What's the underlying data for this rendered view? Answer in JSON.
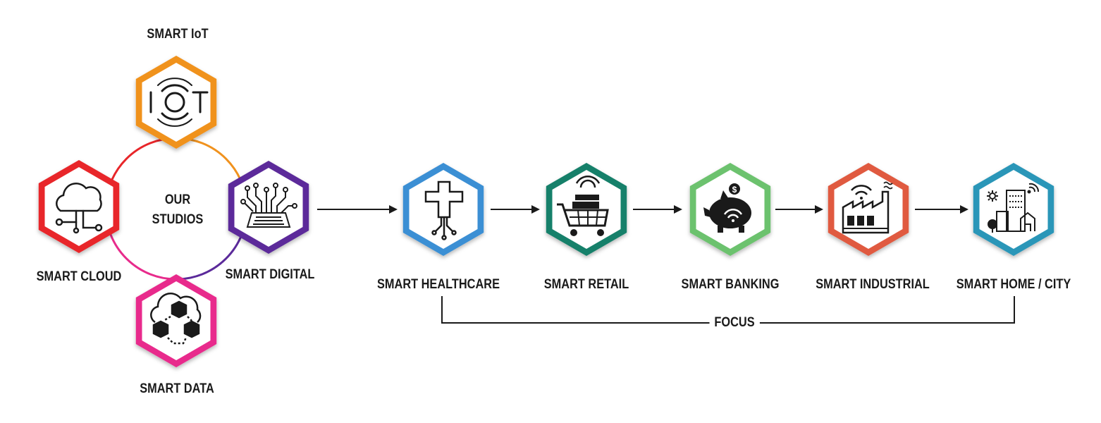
{
  "studios": {
    "center": {
      "line1": "OUR",
      "line2": "STUDIOS"
    },
    "items": [
      {
        "id": "iot",
        "label": "SMART IoT",
        "color": "#f0921e",
        "icon": "iot-icon"
      },
      {
        "id": "digital",
        "label": "SMART DIGITAL",
        "color": "#5b2a9a",
        "icon": "circuit-chip-icon"
      },
      {
        "id": "data",
        "label": "SMART DATA",
        "color": "#e82b8c",
        "icon": "data-cubes-cloud-icon"
      },
      {
        "id": "cloud",
        "label": "SMART CLOUD",
        "color": "#e8262a",
        "icon": "cloud-network-icon"
      }
    ]
  },
  "verticals": [
    {
      "id": "healthcare",
      "label": "SMART HEALTHCARE",
      "color": "#3a8fd4",
      "icon": "medical-cross-icon"
    },
    {
      "id": "retail",
      "label": "SMART RETAIL",
      "color": "#17806b",
      "icon": "shopping-cart-icon"
    },
    {
      "id": "banking",
      "label": "SMART BANKING",
      "color": "#6cc26e",
      "icon": "piggy-bank-icon"
    },
    {
      "id": "industrial",
      "label": "SMART INDUSTRIAL",
      "color": "#e05a40",
      "icon": "factory-icon"
    },
    {
      "id": "home-city",
      "label": "SMART HOME / CITY",
      "color": "#2a96b8",
      "icon": "smart-city-icon"
    }
  ],
  "focus": {
    "label": "FOCUS"
  }
}
